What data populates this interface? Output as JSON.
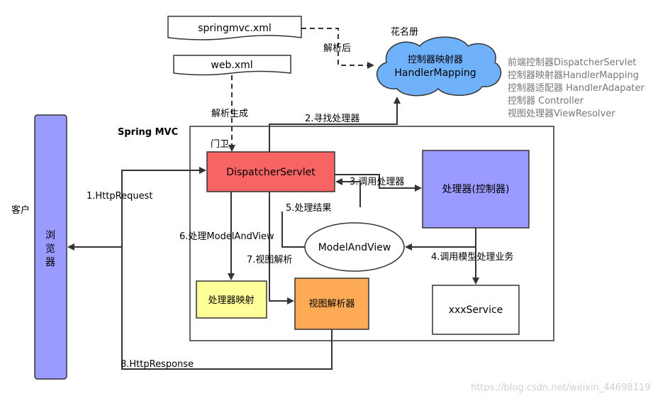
{
  "docs": {
    "springmvc_xml": "springmvc.xml",
    "web_xml": "web.xml"
  },
  "handler_mapping": {
    "title": "花名册",
    "line1": "控制器映射器",
    "line2": "HandlerMapping"
  },
  "legend": [
    "前端控制器DispatcherServlet",
    "控制器映射器HandlerMapping",
    "控制器适配器  HandlerAdapater",
    "控制器 Controller",
    "视图处理器ViewResolver"
  ],
  "labels": {
    "parse_after": "解析后",
    "parse_generate": "解析生成",
    "spring_mvc": "Spring MVC",
    "gatekeeper": "门卫",
    "client": "客户",
    "browser": [
      "浏",
      "览",
      "器"
    ]
  },
  "boxes": {
    "dispatcher": "DispatcherServlet",
    "handler": "处理器(控制器)",
    "model_and_view": "ModelAndView",
    "handler_map": "处理器映射",
    "view_resolver": "视图解析器",
    "service": "xxxService"
  },
  "steps": {
    "s1": "1.HttpRequest",
    "s2": "2.寻找处理器",
    "s3": "3.调用处理器",
    "s4": "4.调用模型处理业务",
    "s5": "5.处理结果",
    "s6": "6.处理ModelAndView",
    "s7": "7.视图解析",
    "s8": "8.HttpResponse"
  },
  "watermark": "https://blog.csdn.net/weixin_44698119",
  "colors": {
    "dispatcher_fill": "#f86464",
    "handler_fill": "#9a9aff",
    "browser_fill": "#9a9aff",
    "cloud_fill": "#6fb1fa",
    "handler_map_fill": "#ffff99",
    "view_resolver_fill": "#ffaa55"
  }
}
